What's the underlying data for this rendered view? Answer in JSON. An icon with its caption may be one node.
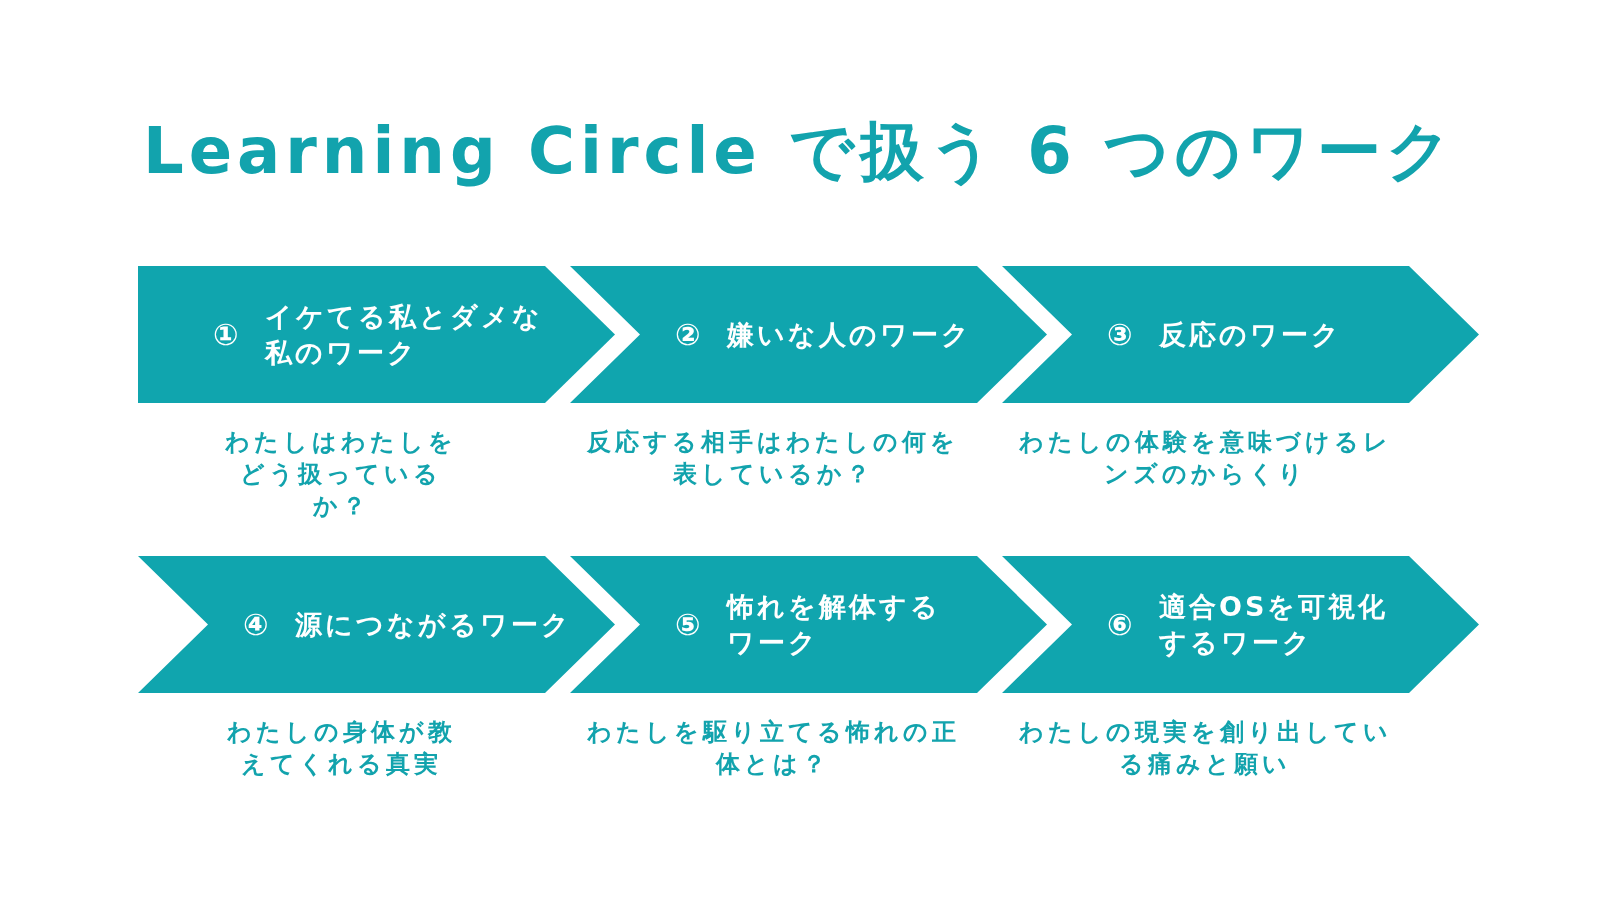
{
  "diagram": {
    "title": "Learning Circle で扱う 6 つのワーク",
    "nodes": [
      {
        "text": [
          "①",
          "イケてる私とダメな私のワーク"
        ],
        "beside": [
          "わたしはわたしをどう扱っているか？"
        ]
      },
      {
        "text": [
          "②",
          "嫌いな人のワーク"
        ],
        "beside": [
          "反応する相手はわたしの何を表しているか？"
        ]
      },
      {
        "text": [
          "③",
          "反応のワーク"
        ],
        "beside": [
          "わたしの体験を意味づけるレンズのからくり"
        ]
      },
      {
        "text": [
          "④",
          "源につながるワーク"
        ],
        "beside": [
          "わたしの身体が教えてくれる真実"
        ]
      },
      {
        "text": [
          "⑤",
          "怖れを解体するワーク"
        ],
        "beside": [
          "わたしを駆り立てる怖れの正体とは？"
        ]
      },
      {
        "text": [
          "⑥",
          "適合OSを可視化するワーク"
        ],
        "beside": [
          "わたしの現実を創り出している痛みと願い"
        ]
      }
    ]
  }
}
